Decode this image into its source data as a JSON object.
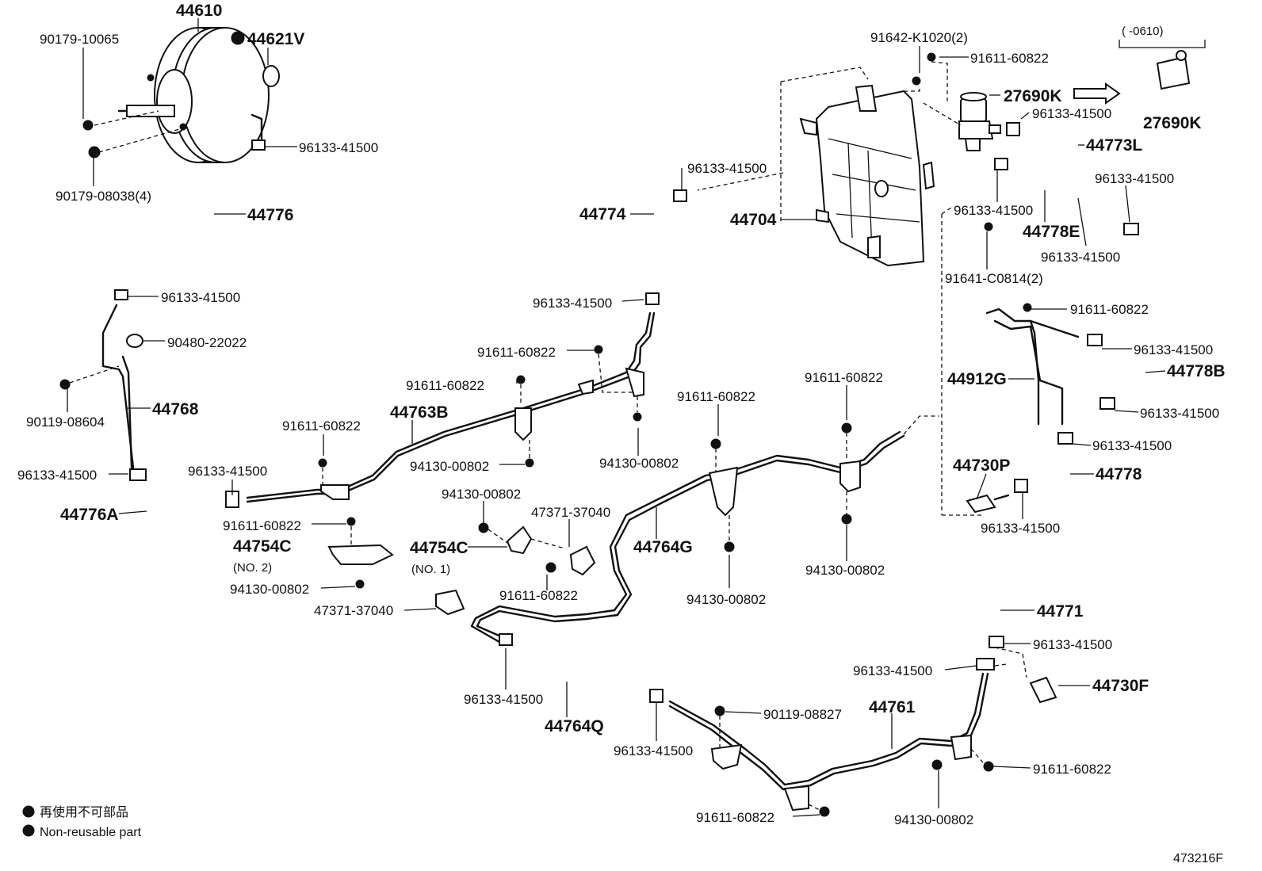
{
  "labels": {
    "p44610": "44610",
    "p44621v": "44621V",
    "p90179_10065": "90179-10065",
    "p90179_08038": "90179-08038(4)",
    "p96133_top": "96133-41500",
    "p44776": "44776",
    "p96133_a": "96133-41500",
    "p90480": "90480-22022",
    "p90119_08604": "90119-08604",
    "p44768": "44768",
    "p96133_b": "96133-41500",
    "p44776a": "44776A",
    "p96133_c": "96133-41500",
    "p91611_c1": "91611-60822",
    "p91611_c2": "91611-60822",
    "p44754c2": "44754C",
    "p44754c2_sub": "(NO. 2)",
    "p94130_c": "94130-00802",
    "p47371_a": "47371-37040",
    "p44763b": "44763B",
    "p91611_d": "91611-60822",
    "p91611_e": "91611-60822",
    "p94130_d": "94130-00802",
    "p94130_e": "94130-00802",
    "p94130_f": "94130-00802",
    "p47371_b": "47371-37040",
    "p44754c1": "44754C",
    "p44754c1_sub": "(NO. 1)",
    "p91611_f": "91611-60822",
    "p44764g": "44764G",
    "p91611_g": "91611-60822",
    "p94130_g": "94130-00802",
    "p91611_h": "91611-60822",
    "p94130_h": "94130-00802",
    "p44774": "44774",
    "p96133_d": "96133-41500",
    "p96133_e": "96133-41500",
    "p44704": "44704",
    "p91642": "91642-K1020(2)",
    "p91611_i": "91611-60822",
    "p27690k_a": "27690K",
    "p27690k_b": "27690K",
    "p0610": "(      -0610)",
    "p96133_f": "96133-41500",
    "p44773l": "44773L",
    "p96133_g": "96133-41500",
    "p96133_h": "96133-41500",
    "p44778e": "44778E",
    "p96133_i": "96133-41500",
    "p91641": "91641-C0814(2)",
    "p91611_j": "91611-60822",
    "p96133_j": "96133-41500",
    "p44912g": "44912G",
    "p44778b": "44778B",
    "p96133_k": "96133-41500",
    "p96133_l": "96133-41500",
    "p44730p": "44730P",
    "p44778": "44778",
    "p96133_m": "96133-41500",
    "p44771": "44771",
    "p96133_n": "96133-41500",
    "p96133_o": "96133-41500",
    "p44730f": "44730F",
    "p96133_p": "96133-41500",
    "p44764q": "44764Q",
    "p96133_q": "96133-41500",
    "p90119_08827": "90119-08827",
    "p44761": "44761",
    "p91611_k": "91611-60822",
    "p91611_l": "91611-60822",
    "p94130_i": "94130-00802"
  },
  "legend": {
    "jp": "再使用不可部品",
    "en": "Non-reusable part"
  },
  "figure_id": "473216F"
}
